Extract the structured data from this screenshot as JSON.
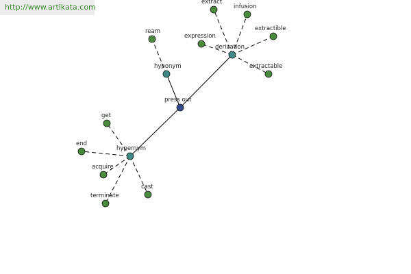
{
  "source": {
    "url_text": "http://www.artikata.com"
  },
  "colors": {
    "root": "#334a8c",
    "relation": "#3f8a86",
    "term": "#4b8b3e",
    "link_text": "#3a8a2e",
    "banner": "#ececec"
  },
  "graph": {
    "nodes": [
      {
        "id": "press-out",
        "label": "press out",
        "kind": "root"
      },
      {
        "id": "hyponym",
        "label": "hyponym",
        "kind": "relation"
      },
      {
        "id": "derivation",
        "label": "derivation",
        "kind": "relation"
      },
      {
        "id": "hypernym",
        "label": "hypernym",
        "kind": "relation"
      },
      {
        "id": "ream",
        "label": "ream",
        "kind": "term"
      },
      {
        "id": "extract",
        "label": "extract",
        "kind": "term"
      },
      {
        "id": "infusion",
        "label": "infusion",
        "kind": "term"
      },
      {
        "id": "expression",
        "label": "expression",
        "kind": "term"
      },
      {
        "id": "extractible",
        "label": "extractible",
        "kind": "term"
      },
      {
        "id": "extractable",
        "label": "extractable",
        "kind": "term"
      },
      {
        "id": "get",
        "label": "get",
        "kind": "term"
      },
      {
        "id": "end",
        "label": "end",
        "kind": "term"
      },
      {
        "id": "acquire",
        "label": "acquire",
        "kind": "term"
      },
      {
        "id": "terminate",
        "label": "terminate",
        "kind": "term"
      },
      {
        "id": "cast",
        "label": "cast",
        "kind": "term"
      }
    ],
    "edges": [
      {
        "from": "press-out",
        "to": "hyponym",
        "style": "solid"
      },
      {
        "from": "press-out",
        "to": "derivation",
        "style": "solid"
      },
      {
        "from": "press-out",
        "to": "hypernym",
        "style": "solid"
      },
      {
        "from": "hyponym",
        "to": "ream",
        "style": "dashed"
      },
      {
        "from": "derivation",
        "to": "extract",
        "style": "dashed"
      },
      {
        "from": "derivation",
        "to": "infusion",
        "style": "dashed"
      },
      {
        "from": "derivation",
        "to": "expression",
        "style": "dashed"
      },
      {
        "from": "derivation",
        "to": "extractible",
        "style": "dashed"
      },
      {
        "from": "derivation",
        "to": "extractable",
        "style": "dashed"
      },
      {
        "from": "hypernym",
        "to": "get",
        "style": "dashed"
      },
      {
        "from": "hypernym",
        "to": "end",
        "style": "dashed"
      },
      {
        "from": "hypernym",
        "to": "acquire",
        "style": "dashed"
      },
      {
        "from": "hypernym",
        "to": "terminate",
        "style": "dashed"
      },
      {
        "from": "hypernym",
        "to": "cast",
        "style": "dashed"
      }
    ]
  }
}
